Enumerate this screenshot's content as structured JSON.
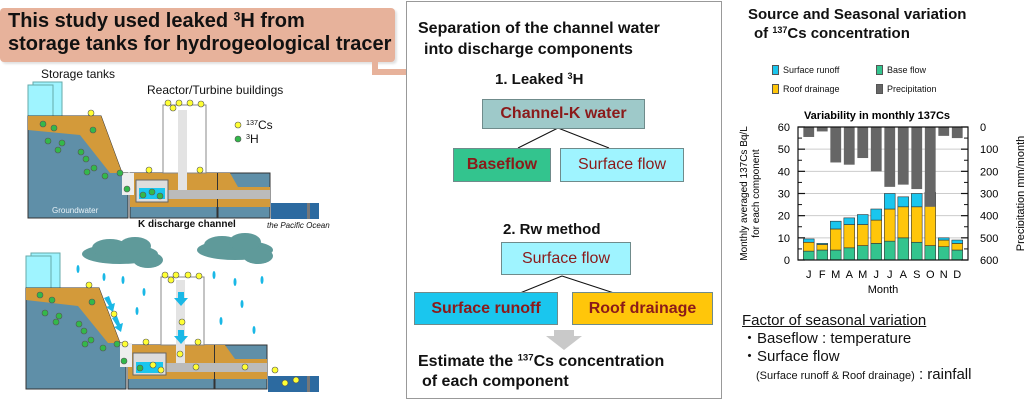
{
  "banner": {
    "line1_pre": "This study used leaked ",
    "line1_sup": "3",
    "line1_post": "H from",
    "line2": "storage tanks for hydrogeological tracer"
  },
  "left_diagram": {
    "storage_tanks": "Storage tanks",
    "buildings": "Reactor/Turbine buildings",
    "legend_cs_sup": "137",
    "legend_cs": "Cs",
    "legend_h_sup": "3",
    "legend_h": "H",
    "groundwater": "Groundwater",
    "channel": "K discharge channel",
    "ocean": "the Pacific Ocean",
    "colors": {
      "soil": "#d39a3a",
      "groundwater": "#5f8fa8",
      "tank": "#9ff4ff",
      "cs_dot": "#ffff33",
      "h_dot": "#33b84a",
      "cloud": "#5f9a9a",
      "rain": "#1ab8e6",
      "ocean": "#2c6aa0"
    }
  },
  "middle": {
    "title_line1": "Separation of the channel water",
    "title_line2": "into discharge components",
    "step1_pre": "1. Leaked ",
    "step1_sup": "3",
    "step1_post": "H",
    "channel_k": "Channel-K water",
    "baseflow": "Baseflow",
    "surface_flow_1": "Surface flow",
    "step2": "2. Rw method",
    "surface_flow_2": "Surface flow",
    "surface_runoff": "Surface runoff",
    "roof_drainage": "Roof drainage",
    "conclusion_pre": "Estimate the ",
    "conclusion_sup": "137",
    "conclusion_post": "Cs concentration",
    "conclusion_line2": "of each component",
    "colors": {
      "channel_k": "#9ec9c9",
      "baseflow": "#33c48e",
      "surface_flow": "#9ff4ff",
      "surface_runoff": "#1ac6ee",
      "roof_drainage": "#ffc60a",
      "text": "#8b1a1a"
    }
  },
  "right": {
    "title_line1": "Source and Seasonal variation",
    "title_line2_pre": "of ",
    "title_line2_sup": "137",
    "title_line2_post": "Cs concentration",
    "legend": [
      {
        "label": "Surface runoff",
        "color": "#1ac6ee"
      },
      {
        "label": "Base flow",
        "color": "#33c48e"
      },
      {
        "label": "Roof drainage",
        "color": "#ffc60a"
      },
      {
        "label": "Precipitation",
        "color": "#666666"
      }
    ],
    "factor_title": "Factor of seasonal variation",
    "factor_baseflow": "・Baseflow  : temperature",
    "factor_surface": "・Surface flow",
    "factor_paren": "(Surface runoff & Roof drainage)",
    "factor_rainfall": " : rainfall"
  },
  "chart_data": {
    "type": "bar",
    "title": "Variability in monthly 137Cs",
    "xlabel": "Month",
    "ylabel": "Monthly averaged 137Cs Bq/L for each component",
    "y2label": "Precipitation mm/month",
    "categories": [
      "J",
      "F",
      "M",
      "A",
      "M",
      "J",
      "J",
      "A",
      "S",
      "O",
      "N",
      "D"
    ],
    "ylim": [
      0,
      60
    ],
    "y2lim": [
      0,
      600
    ],
    "y2_inverted": true,
    "yticks": [
      0,
      10,
      20,
      30,
      40,
      50,
      60
    ],
    "y2ticks": [
      0,
      100,
      200,
      300,
      400,
      500,
      600
    ],
    "grid": true,
    "series": [
      {
        "name": "Base flow",
        "color": "#33c48e",
        "axis": "left",
        "stacked": true,
        "values": [
          4,
          4.5,
          4.5,
          5.5,
          6.5,
          7.5,
          8.5,
          10,
          8,
          6.5,
          6,
          4.5
        ]
      },
      {
        "name": "Roof drainage",
        "color": "#ffc60a",
        "axis": "left",
        "stacked": true,
        "values": [
          4,
          2.5,
          9.5,
          10.5,
          9.5,
          10.5,
          14.5,
          14,
          16,
          18,
          3,
          3
        ]
      },
      {
        "name": "Surface runoff",
        "color": "#1ac6ee",
        "axis": "left",
        "stacked": true,
        "values": [
          1.5,
          0.5,
          3.5,
          3,
          4.5,
          5,
          7,
          4.5,
          6,
          6,
          1,
          1.5
        ]
      },
      {
        "name": "Precipitation",
        "color": "#666666",
        "axis": "right",
        "values": [
          45,
          20,
          160,
          170,
          140,
          200,
          270,
          260,
          280,
          360,
          40,
          50
        ]
      }
    ]
  }
}
